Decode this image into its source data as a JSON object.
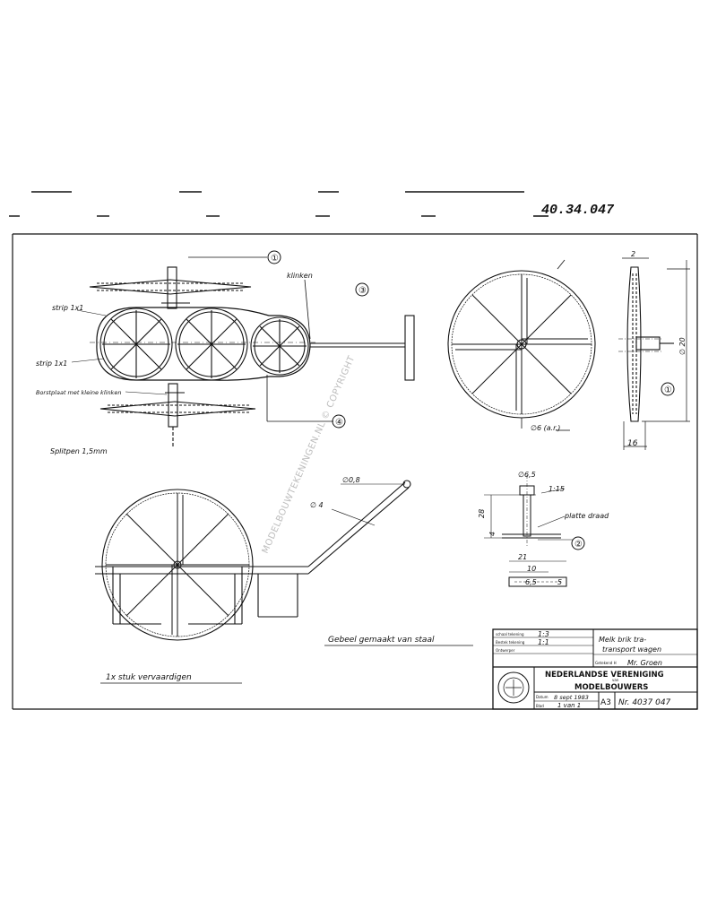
{
  "drawing_number_top": "40.34.047",
  "watermark": "MODELBOUWTEKENINGEN.NL © COPYRIGHT",
  "part_markers": [
    "①",
    "②",
    "③",
    "④"
  ],
  "top_view_labels": {
    "klinken": "klinken",
    "strip_1": "strip 1x1",
    "strip_2": "strip 1x1",
    "borstplaat": "Borstplaat met kleine klinken",
    "splitpen": "Splitpen 1,5mm"
  },
  "dimensions": {
    "rim": "∅6 (a.r.)",
    "wheel_height": "∅ 20",
    "hub_width": "16",
    "top_width": "2",
    "axle_diam": "∅6,5",
    "dim_15": "1:15",
    "dim_10": "10",
    "dim_21": "21",
    "dim_28": "28",
    "dim_4": "4",
    "dim_5": "5",
    "dim_65": "6,5",
    "solder": "platte draad",
    "handle_a": "∅0,8",
    "handle_b": "∅ 4"
  },
  "notes": {
    "fork": "Gebeel gemaakt van staal",
    "wheel_count": "1x stuk vervaardigen"
  },
  "title_block": {
    "lbl_schaal": "schaal tekening",
    "val_schaal": "1:3",
    "lbl_bestek": "Bestek tekening",
    "val_bestek": "1:1",
    "lbl_ontwerp": "Ontwerper",
    "title_line1": "Melk brik tra-",
    "title_line2": "transport wagen",
    "lbl_getekend": "Getekend H",
    "val_getekend": "Mr. Groen",
    "society_line1": "NEDERLANDSE VERENIGING",
    "society_line2": "van",
    "society_line3": "MODELBOUWERS",
    "lbl_datum": "Datum",
    "val_datum": "8 sept 1983",
    "lbl_blad": "Blad",
    "val_blad": "1 van 1",
    "format": "A3",
    "number": "Nr. 4037 047"
  }
}
